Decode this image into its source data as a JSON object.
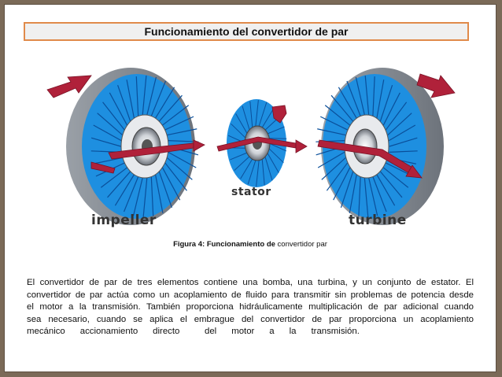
{
  "title": "Funcionamiento del convertidor de par",
  "figure": {
    "impeller_label": "impeller",
    "stator_label": "stator",
    "turbine_label": "turbine",
    "caption_bold": "Figura 4:  Funcionamiento de",
    "caption_rest": " convertidor par"
  },
  "body_lines": [
    "El convertidor de par de tres  elementos contiene una bomba, una turbina, y un conjunto de estator. El",
    "convertidor de par actúa como un acoplamiento de fluido para transmitir sin problemas de potencia desde",
    "el motor a la transmisión. También proporciona hidráulicamente multiplicación de par adicional cuando",
    "sea necesario, cuando se aplica el embrague del convertidor de par proporciona un acoplamiento",
    "mecánico      accionamiento      directo          del      motor      a      la      transmisión."
  ],
  "colors": {
    "blade_blue": "#1e8fe0",
    "housing_gray": "#8a8f96",
    "arrow_red": "#b0213a",
    "title_border": "#e08a4a",
    "slide_frame": "#7b6a58"
  }
}
